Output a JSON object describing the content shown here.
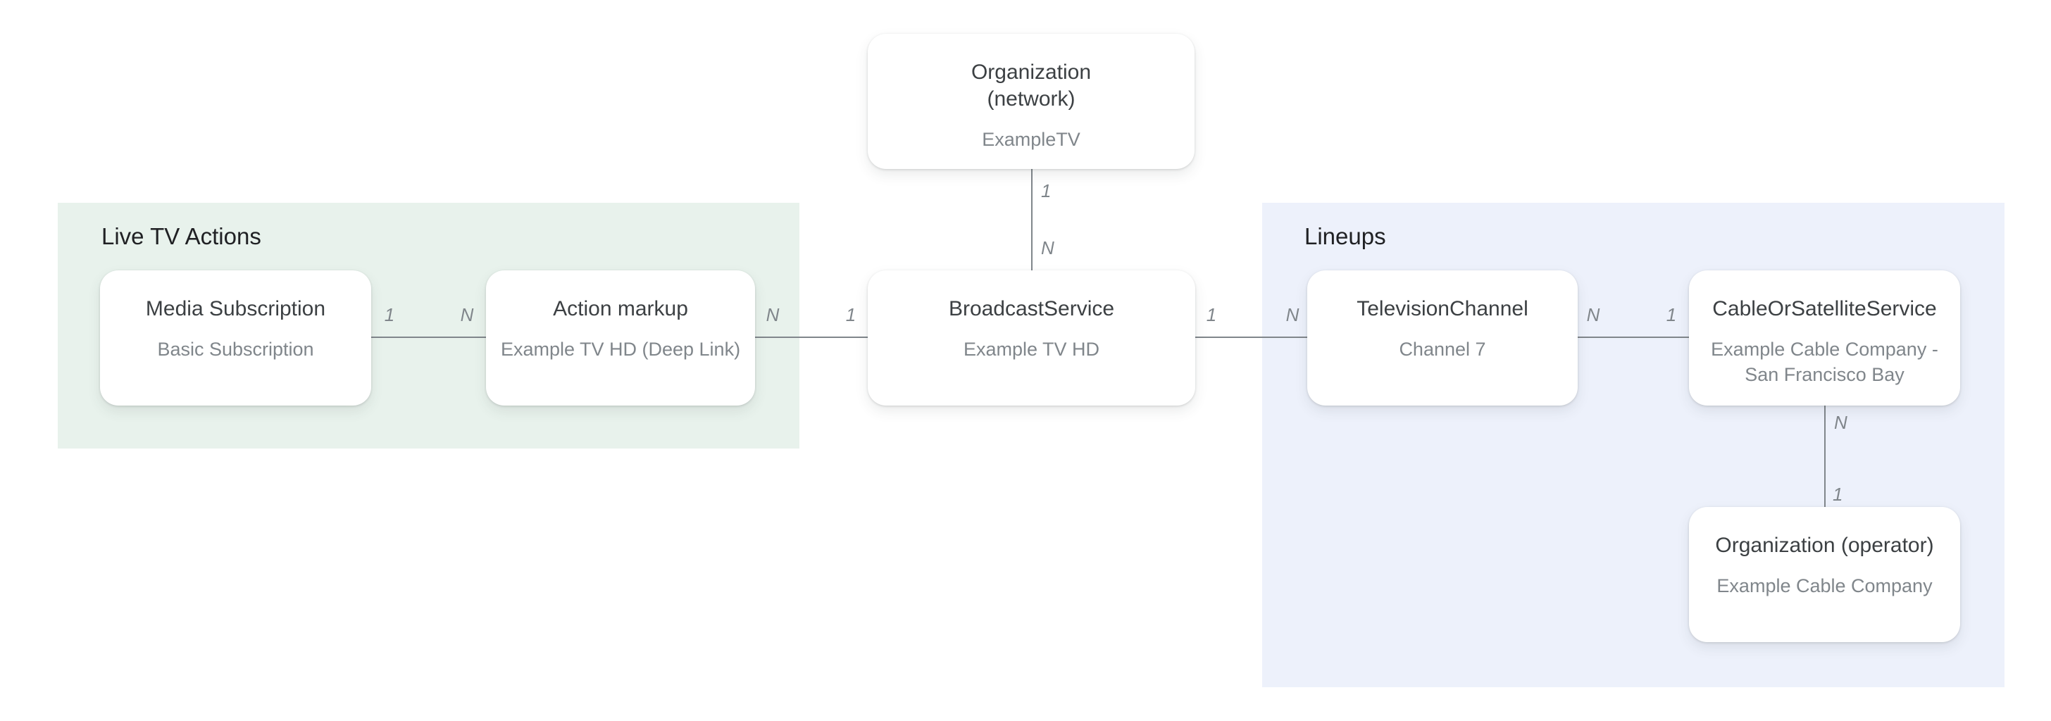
{
  "diagram": {
    "background": "#ffffff",
    "line_color": "#80868b",
    "title_color": "#3c4043",
    "subtitle_color": "#80868b",
    "heading_color": "#202124"
  },
  "regions": [
    {
      "id": "live-tv-actions",
      "title": "Live TV Actions",
      "color": "#e8f2ec"
    },
    {
      "id": "lineups",
      "title": "Lineups",
      "color": "#edf1fb"
    }
  ],
  "nodes": [
    {
      "id": "organization-network",
      "title": "Organization\n(network)",
      "subtitle": "ExampleTV"
    },
    {
      "id": "media-subscription",
      "title": "Media Subscription",
      "subtitle": "Basic Subscription"
    },
    {
      "id": "action-markup",
      "title": "Action markup",
      "subtitle": "Example TV HD (Deep Link)"
    },
    {
      "id": "broadcast-service",
      "title": "BroadcastService",
      "subtitle": "Example TV HD"
    },
    {
      "id": "television-channel",
      "title": "TelevisionChannel",
      "subtitle": "Channel 7"
    },
    {
      "id": "cable-or-satellite-service",
      "title": "CableOrSatelliteService",
      "subtitle": "Example Cable Company -\nSan Francisco Bay"
    },
    {
      "id": "organization-operator",
      "title": "Organization (operator)",
      "subtitle": "Example Cable Company"
    }
  ],
  "edges": [
    {
      "from": "organization-network",
      "to": "broadcast-service",
      "from_label": "1",
      "to_label": "N"
    },
    {
      "from": "media-subscription",
      "to": "action-markup",
      "from_label": "1",
      "to_label": "N"
    },
    {
      "from": "action-markup",
      "to": "broadcast-service",
      "from_label": "N",
      "to_label": "1"
    },
    {
      "from": "broadcast-service",
      "to": "television-channel",
      "from_label": "1",
      "to_label": "N"
    },
    {
      "from": "television-channel",
      "to": "cable-or-satellite-service",
      "from_label": "N",
      "to_label": "1"
    },
    {
      "from": "cable-or-satellite-service",
      "to": "organization-operator",
      "from_label": "N",
      "to_label": "1"
    }
  ]
}
